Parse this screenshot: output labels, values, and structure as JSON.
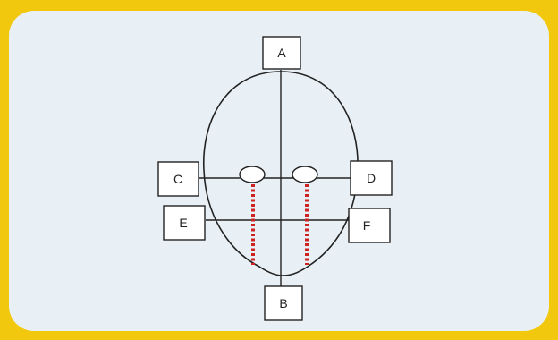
{
  "colors": {
    "frame": "#f2c80f",
    "panel": "#e9f0f5",
    "line": "#222222",
    "box_fill": "#ffffff",
    "tear_dots": "#cc2222"
  },
  "labels": {
    "top": "A",
    "bottom": "B",
    "left_upper": "C",
    "right_upper": "D",
    "left_lower": "E",
    "right_lower": "F"
  }
}
